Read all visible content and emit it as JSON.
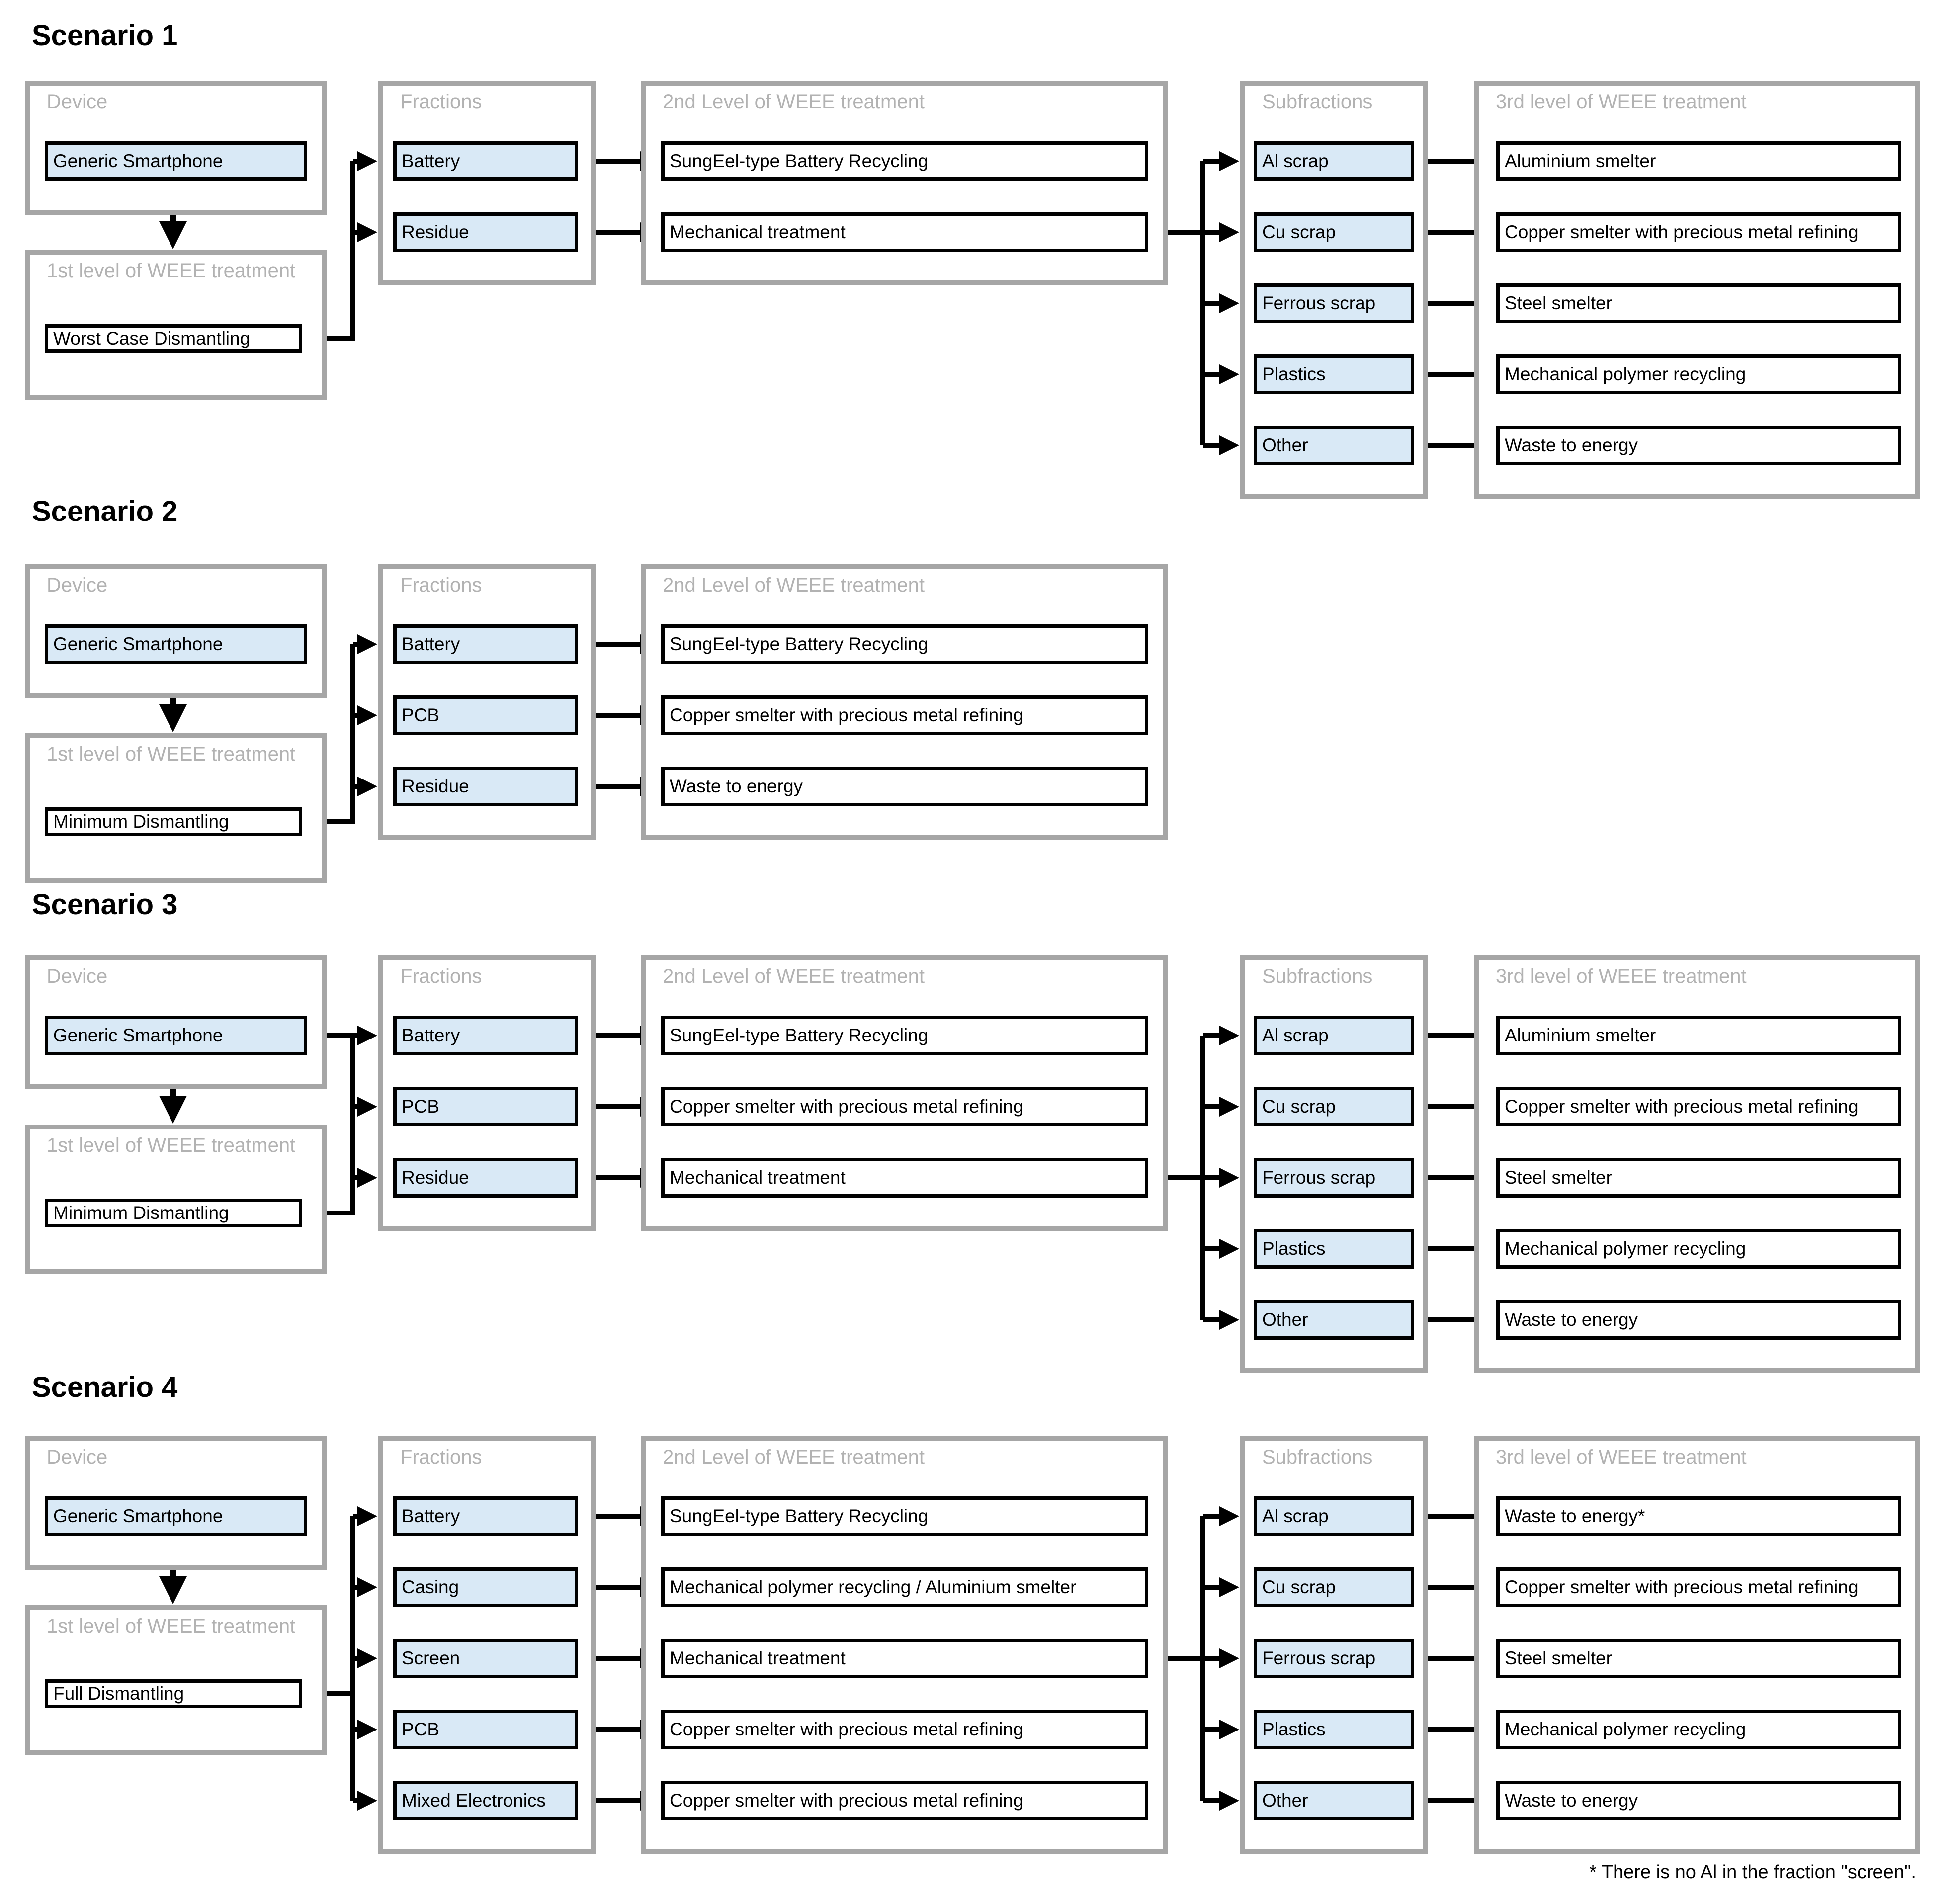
{
  "figure": {
    "scenarios": [
      {
        "title": "Scenario 1",
        "device": {
          "title": "Device",
          "box": "Generic Smartphone"
        },
        "first_level": {
          "title": "1st level of WEEE treatment",
          "box": "Worst Case Dismantling"
        },
        "fractions": {
          "title": "Fractions",
          "items": [
            "Battery",
            "Residue"
          ]
        },
        "second_level": {
          "title": "2nd Level of WEEE treatment",
          "items": [
            "SungEel-type Battery Recycling",
            "Mechanical treatment"
          ]
        },
        "subfractions": {
          "title": "Subfractions",
          "items": [
            "Al scrap",
            "Cu scrap",
            "Ferrous scrap",
            "Plastics",
            "Other"
          ]
        },
        "third_level": {
          "title": "3rd level of WEEE treatment",
          "items": [
            "Aluminium smelter",
            "Copper smelter with precious metal refining",
            "Steel smelter",
            "Mechanical polymer recycling",
            "Waste to energy"
          ]
        }
      },
      {
        "title": "Scenario 2",
        "device": {
          "title": "Device",
          "box": "Generic Smartphone"
        },
        "first_level": {
          "title": "1st level of WEEE treatment",
          "box": "Minimum Dismantling"
        },
        "fractions": {
          "title": "Fractions",
          "items": [
            "Battery",
            "PCB",
            "Residue"
          ]
        },
        "second_level": {
          "title": "2nd Level of WEEE treatment",
          "items": [
            "SungEel-type Battery Recycling",
            "Copper smelter with precious metal refining",
            "Waste to energy"
          ]
        }
      },
      {
        "title": "Scenario 3",
        "device": {
          "title": "Device",
          "box": "Generic Smartphone"
        },
        "first_level": {
          "title": "1st level of WEEE treatment",
          "box": "Minimum Dismantling"
        },
        "fractions": {
          "title": "Fractions",
          "items": [
            "Battery",
            "PCB",
            "Residue"
          ]
        },
        "second_level": {
          "title": "2nd Level of WEEE treatment",
          "items": [
            "SungEel-type Battery Recycling",
            "Copper smelter with precious metal refining",
            "Mechanical treatment"
          ]
        },
        "subfractions": {
          "title": "Subfractions",
          "items": [
            "Al scrap",
            "Cu scrap",
            "Ferrous scrap",
            "Plastics",
            "Other"
          ]
        },
        "third_level": {
          "title": "3rd level of WEEE treatment",
          "items": [
            "Aluminium smelter",
            "Copper smelter with precious metal refining",
            "Steel smelter",
            "Mechanical polymer recycling",
            "Waste to energy"
          ]
        }
      },
      {
        "title": "Scenario 4",
        "device": {
          "title": "Device",
          "box": "Generic Smartphone"
        },
        "first_level": {
          "title": "1st level of WEEE treatment",
          "box": "Full Dismantling"
        },
        "fractions": {
          "title": "Fractions",
          "items": [
            "Battery",
            "Casing",
            "Screen",
            "PCB",
            "Mixed Electronics"
          ]
        },
        "second_level": {
          "title": "2nd Level of WEEE treatment",
          "items": [
            "SungEel-type Battery Recycling",
            "Mechanical polymer recycling / Aluminium smelter",
            "Mechanical treatment",
            "Copper smelter with precious metal refining",
            "Copper smelter with precious metal refining"
          ]
        },
        "subfractions": {
          "title": "Subfractions",
          "items": [
            "Al scrap",
            "Cu scrap",
            "Ferrous scrap",
            "Plastics",
            "Other"
          ]
        },
        "third_level": {
          "title": "3rd level of WEEE treatment",
          "items": [
            "Waste to energy*",
            "Copper smelter with precious metal refining",
            "Steel smelter",
            "Mechanical polymer recycling",
            "Waste to energy"
          ]
        }
      }
    ],
    "footnote": "* There is no Al in the fraction \"screen\".",
    "colors": {
      "fraction_fill": "#d9e9f6",
      "group_border": "#a6a6a6",
      "group_title_text": "#b2b2b2",
      "box_border": "#000000",
      "connector": "#000000"
    }
  }
}
